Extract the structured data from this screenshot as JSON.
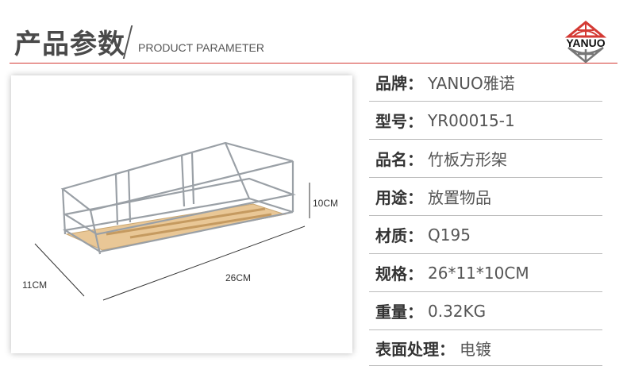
{
  "header": {
    "title": "产品参数",
    "subtitle": "PRODUCT PARAMETER",
    "logo_text": "YANUO"
  },
  "colors": {
    "accent": "#d43a34",
    "bamboo": "#e9c796"
  },
  "dimensions": {
    "height": "10CM",
    "length": "26CM",
    "width": "11CM"
  },
  "params": [
    {
      "label": "品牌：",
      "value": "YANUO雅诺"
    },
    {
      "label": "型号：",
      "value": "YR00015-1"
    },
    {
      "label": "品名：",
      "value": "竹板方形架"
    },
    {
      "label": "用途：",
      "value": "放置物品"
    },
    {
      "label": "材质：",
      "value": "Q195"
    },
    {
      "label": "规格：",
      "value": "26*11*10CM"
    },
    {
      "label": "重量：",
      "value": "0.32KG"
    },
    {
      "label": "表面处理：",
      "value": "电镀"
    }
  ]
}
